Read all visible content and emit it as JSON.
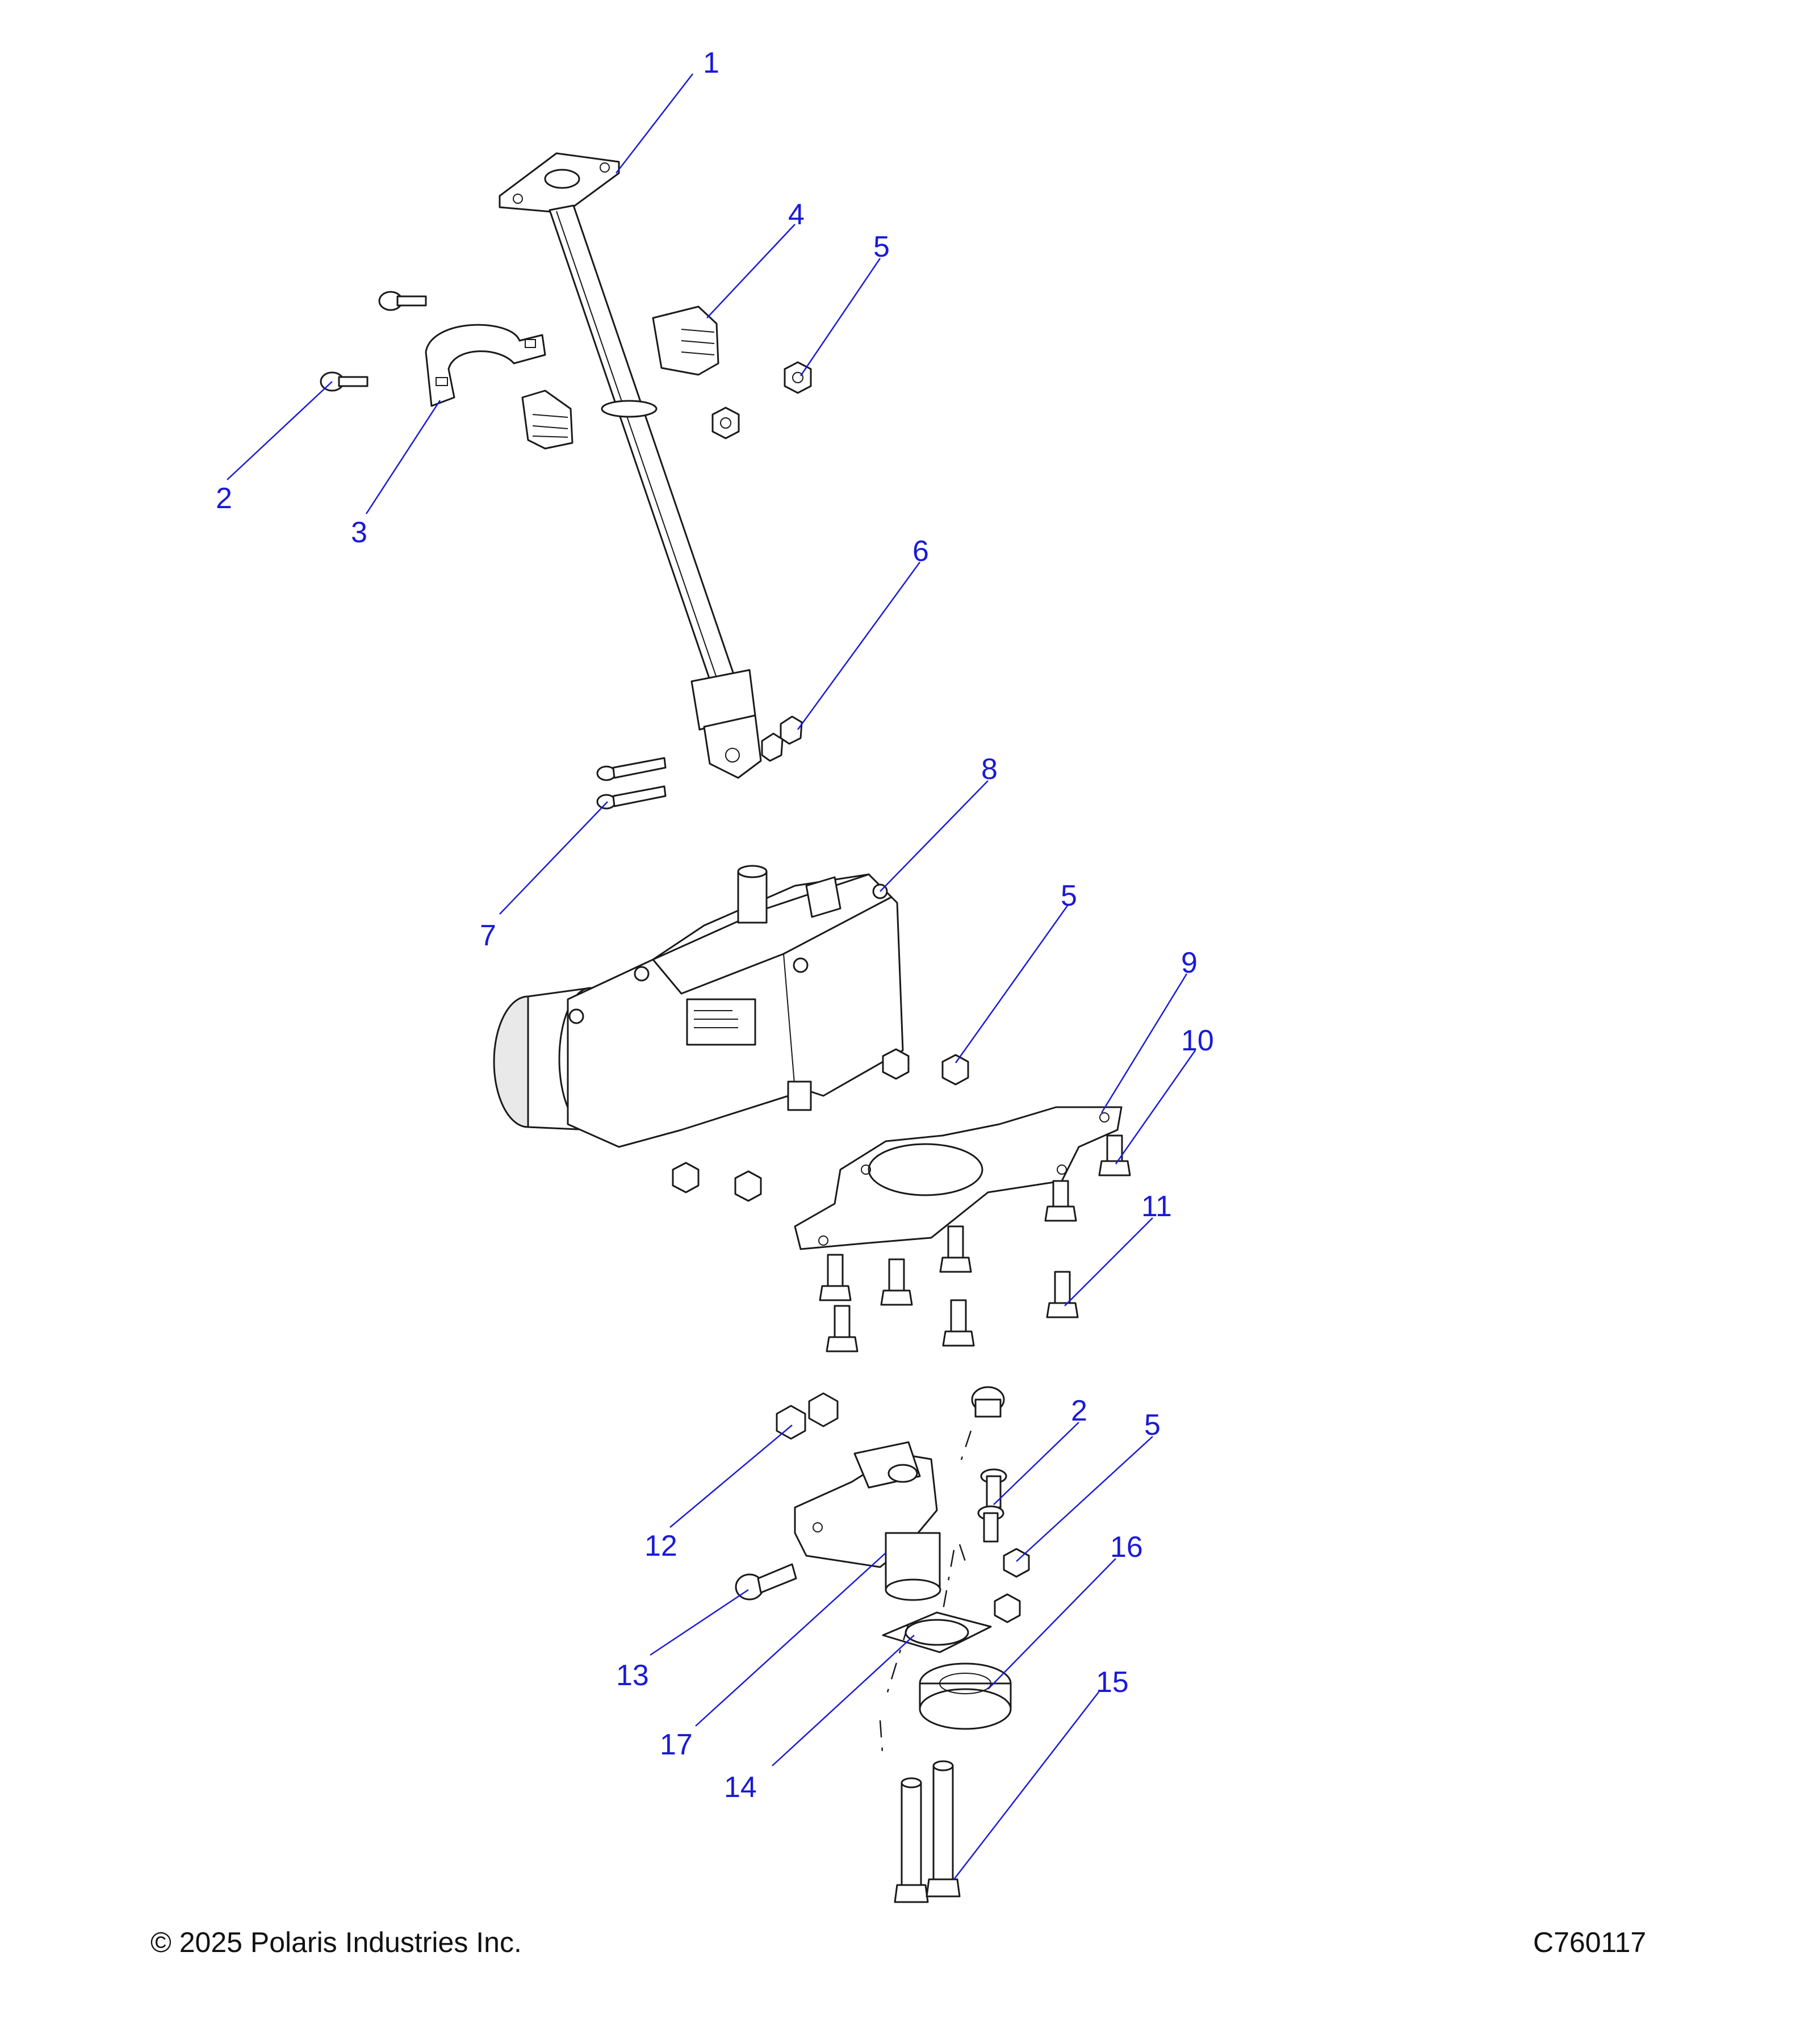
{
  "diagram": {
    "callouts": [
      {
        "id": "c1",
        "label": "1"
      },
      {
        "id": "c2a",
        "label": "2"
      },
      {
        "id": "c3",
        "label": "3"
      },
      {
        "id": "c4",
        "label": "4"
      },
      {
        "id": "c5a",
        "label": "5"
      },
      {
        "id": "c6",
        "label": "6"
      },
      {
        "id": "c7",
        "label": "7"
      },
      {
        "id": "c8",
        "label": "8"
      },
      {
        "id": "c5b",
        "label": "5"
      },
      {
        "id": "c9",
        "label": "9"
      },
      {
        "id": "c10",
        "label": "10"
      },
      {
        "id": "c11",
        "label": "11"
      },
      {
        "id": "c2b",
        "label": "2"
      },
      {
        "id": "c5c",
        "label": "5"
      },
      {
        "id": "c16",
        "label": "16"
      },
      {
        "id": "c12",
        "label": "12"
      },
      {
        "id": "c13",
        "label": "13"
      },
      {
        "id": "c15",
        "label": "15"
      },
      {
        "id": "c17",
        "label": "17"
      },
      {
        "id": "c14",
        "label": "14"
      }
    ],
    "label_color": "#1a1ad6",
    "line_color": "#1a1a1a"
  },
  "footer": {
    "copyright": "© 2025 Polaris Industries Inc.",
    "drawing_id": "C760117"
  }
}
